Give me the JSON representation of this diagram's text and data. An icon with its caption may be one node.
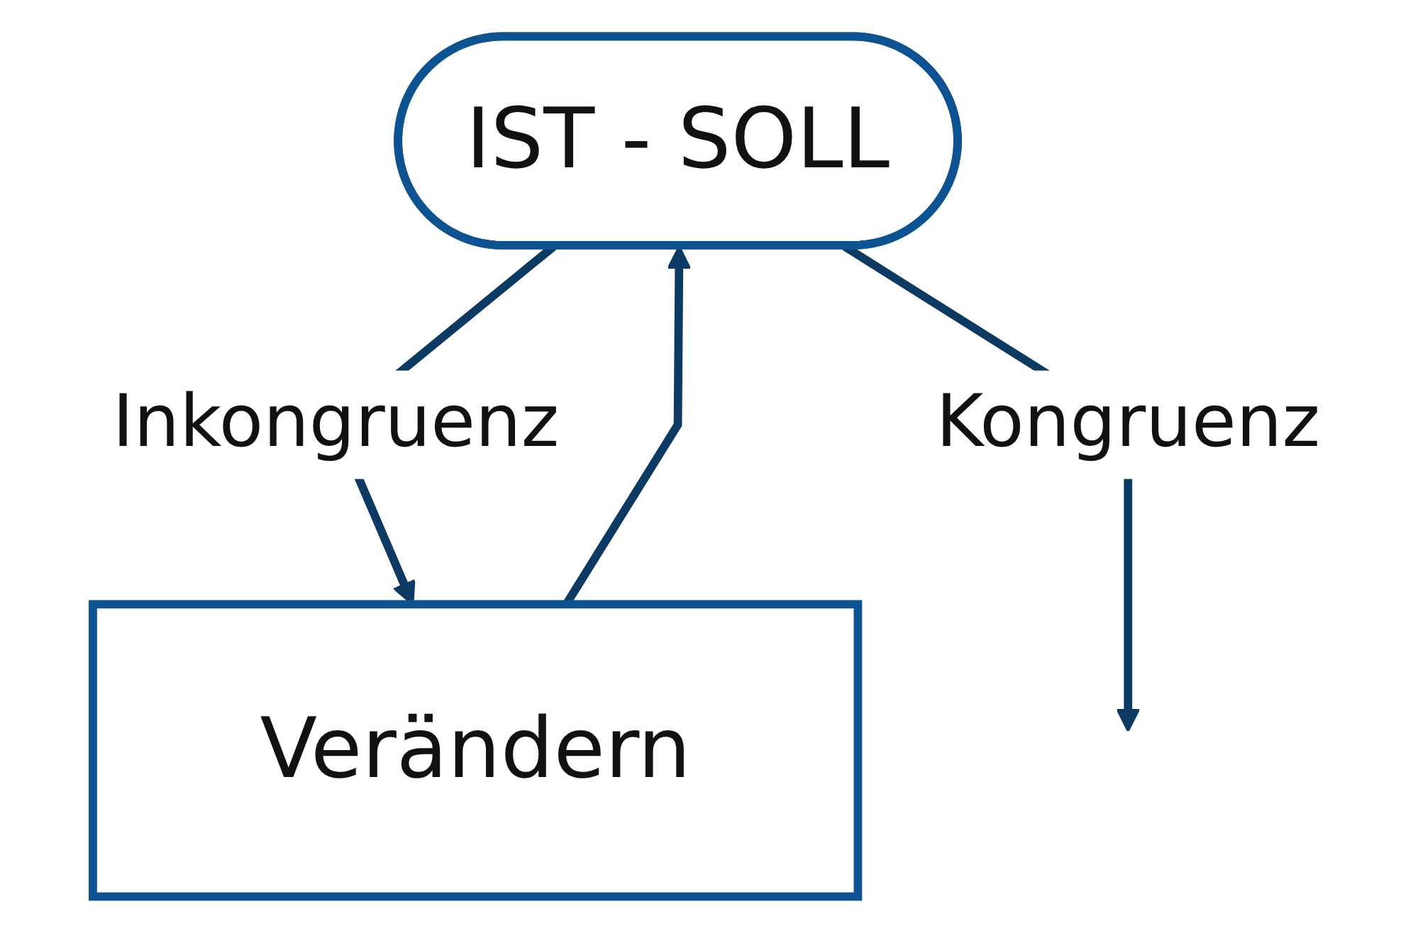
{
  "diagram": {
    "nodes": [
      {
        "text": [
          "IST - SOLL"
        ]
      },
      {
        "text": [
          "Verändern"
        ]
      }
    ],
    "edges": [
      {
        "from": 0,
        "to": 1,
        "arrow": "to",
        "label": "Inkongruenz"
      },
      {
        "from": 0,
        "to": null,
        "arrow": "to",
        "label": "Kongruenz"
      },
      {
        "from": 1,
        "to": 0,
        "arrow": "to"
      }
    ]
  }
}
